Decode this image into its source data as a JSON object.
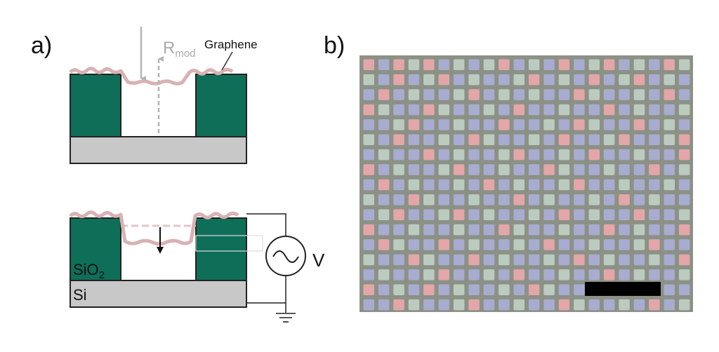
{
  "panel_a": {
    "label": "a)",
    "top": {
      "graphene_label": "Graphene",
      "r_label": "R",
      "r_subscript": "mod"
    },
    "bottom": {
      "sio2_label": "SiO",
      "sio2_subscript": "2",
      "si_label": "Si",
      "voltage_label": "V"
    }
  },
  "panel_b": {
    "label": "b)",
    "grid": {
      "rows": 17,
      "cols": 22,
      "colors": {
        "background": "#8c9186",
        "blue": "#a8acd0",
        "green": "#bccbc0",
        "pink": "#e3a6a9",
        "scale_bar": "#000000"
      },
      "cell_types": [
        "PBPGPBGBGPBGBPBGPBGBPG",
        "GBPBGPBGBBGPBGBPBGPBGB",
        "BPBGBBGPBGBGBBPGBBGBPB",
        "PGBBPGBBGBPBBGBBPBGBBG",
        "BBGPBBGBBPBBGBPGBBPBGB",
        "GBPBBGBPGBBGBPBBGPBBGP",
        "BGBBPBGBBGPBBGBPBBGBBP",
        "PBGBBGPBBGBBPGBBGBBPBG",
        "BPBGBBGBPBGBBGPBBGBBGB",
        "GBBPGBBGBBPBGBBGBPBGBB",
        "BGPBBGPBGBBGBPBGBBPBBG",
        "PBBGBBGBBPGBBGBBPBGBBP",
        "BPGBBPBGBBGBPBBGBBGPBB",
        "GBBPGBBPBGBBGBPBGBBGBP",
        "BGBBGPBBGBPBBGBBPBGBBG",
        "PBGBPBGBBGBPGBBGBPBGBB",
        "BBPGBBGPBBGBBPGBBGBPBG"
      ]
    }
  }
}
